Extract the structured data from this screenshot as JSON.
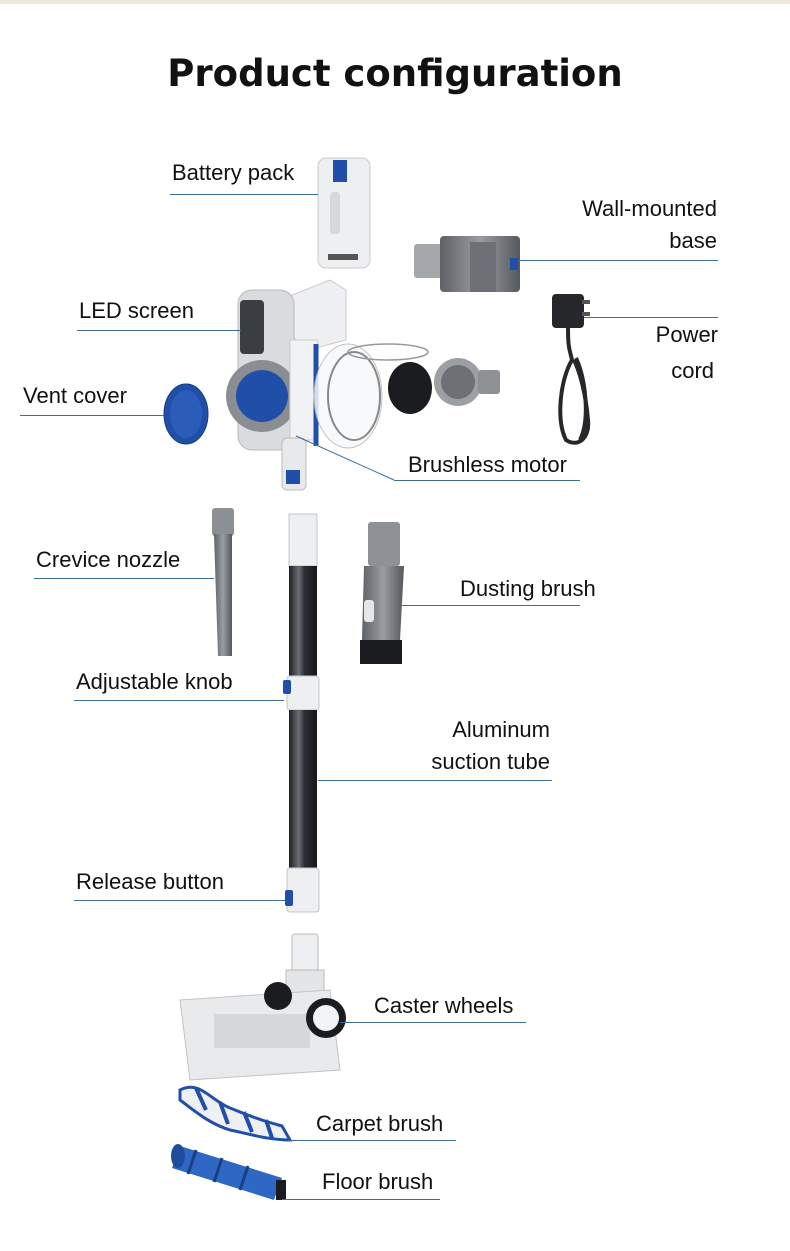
{
  "title": "Product configuration",
  "labels": {
    "battery_pack": "Battery pack",
    "wall_base_1": "Wall-mounted",
    "wall_base_2": "base",
    "led_screen": "LED screen",
    "power_cord_1": "Power",
    "power_cord_2": "cord",
    "vent_cover": "Vent cover",
    "brushless_motor": "Brushless motor",
    "crevice_nozzle": "Crevice nozzle",
    "dusting_brush": "Dusting brush",
    "adjustable_knob": "Adjustable knob",
    "aluminum_1": "Aluminum",
    "aluminum_2": "suction tube",
    "release_button": "Release button",
    "caster_wheels": "Caster wheels",
    "carpet_brush": "Carpet brush",
    "floor_brush": "Floor brush"
  },
  "colors": {
    "accent": "#1f4fa8",
    "line": "#3d6f98",
    "body": "#e9eaec",
    "dark": "#2a2d33",
    "gray": "#777b80"
  }
}
